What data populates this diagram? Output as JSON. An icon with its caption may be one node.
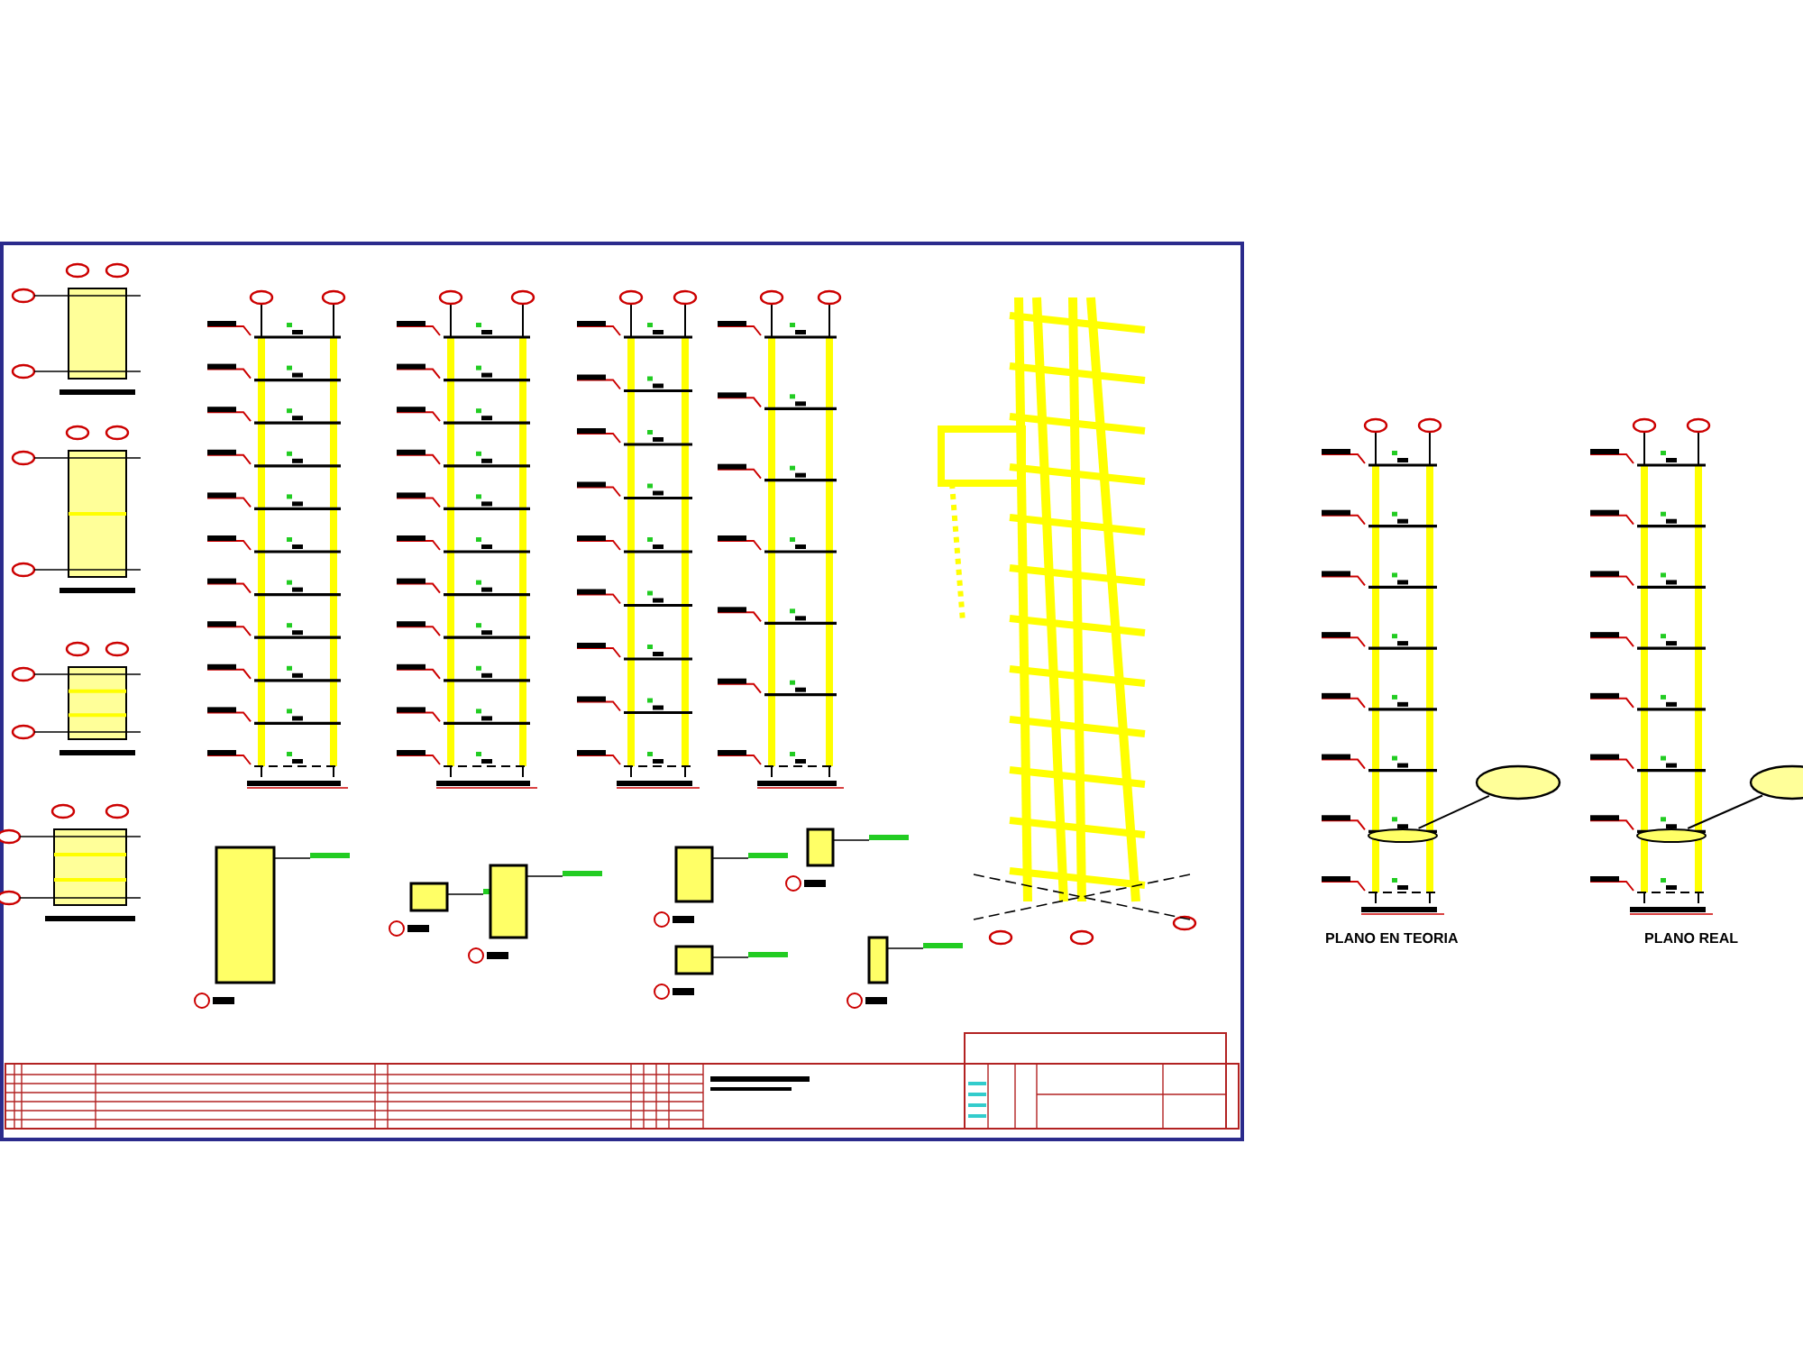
{
  "diagram": {
    "nodes": [
      {
        "text": [],
        "shape": "ellipse"
      },
      {
        "text": [],
        "shape": "bar"
      },
      {
        "text": [],
        "shape": "ellipse"
      },
      {
        "text": [],
        "shape": "bar"
      }
    ],
    "edges": [
      {
        "from": 0,
        "to": 1,
        "arrow": "none"
      },
      {
        "from": 2,
        "to": 3,
        "arrow": "none"
      }
    ],
    "labels": [
      "PLANO EN TEORIA",
      "PLANO REAL"
    ]
  }
}
